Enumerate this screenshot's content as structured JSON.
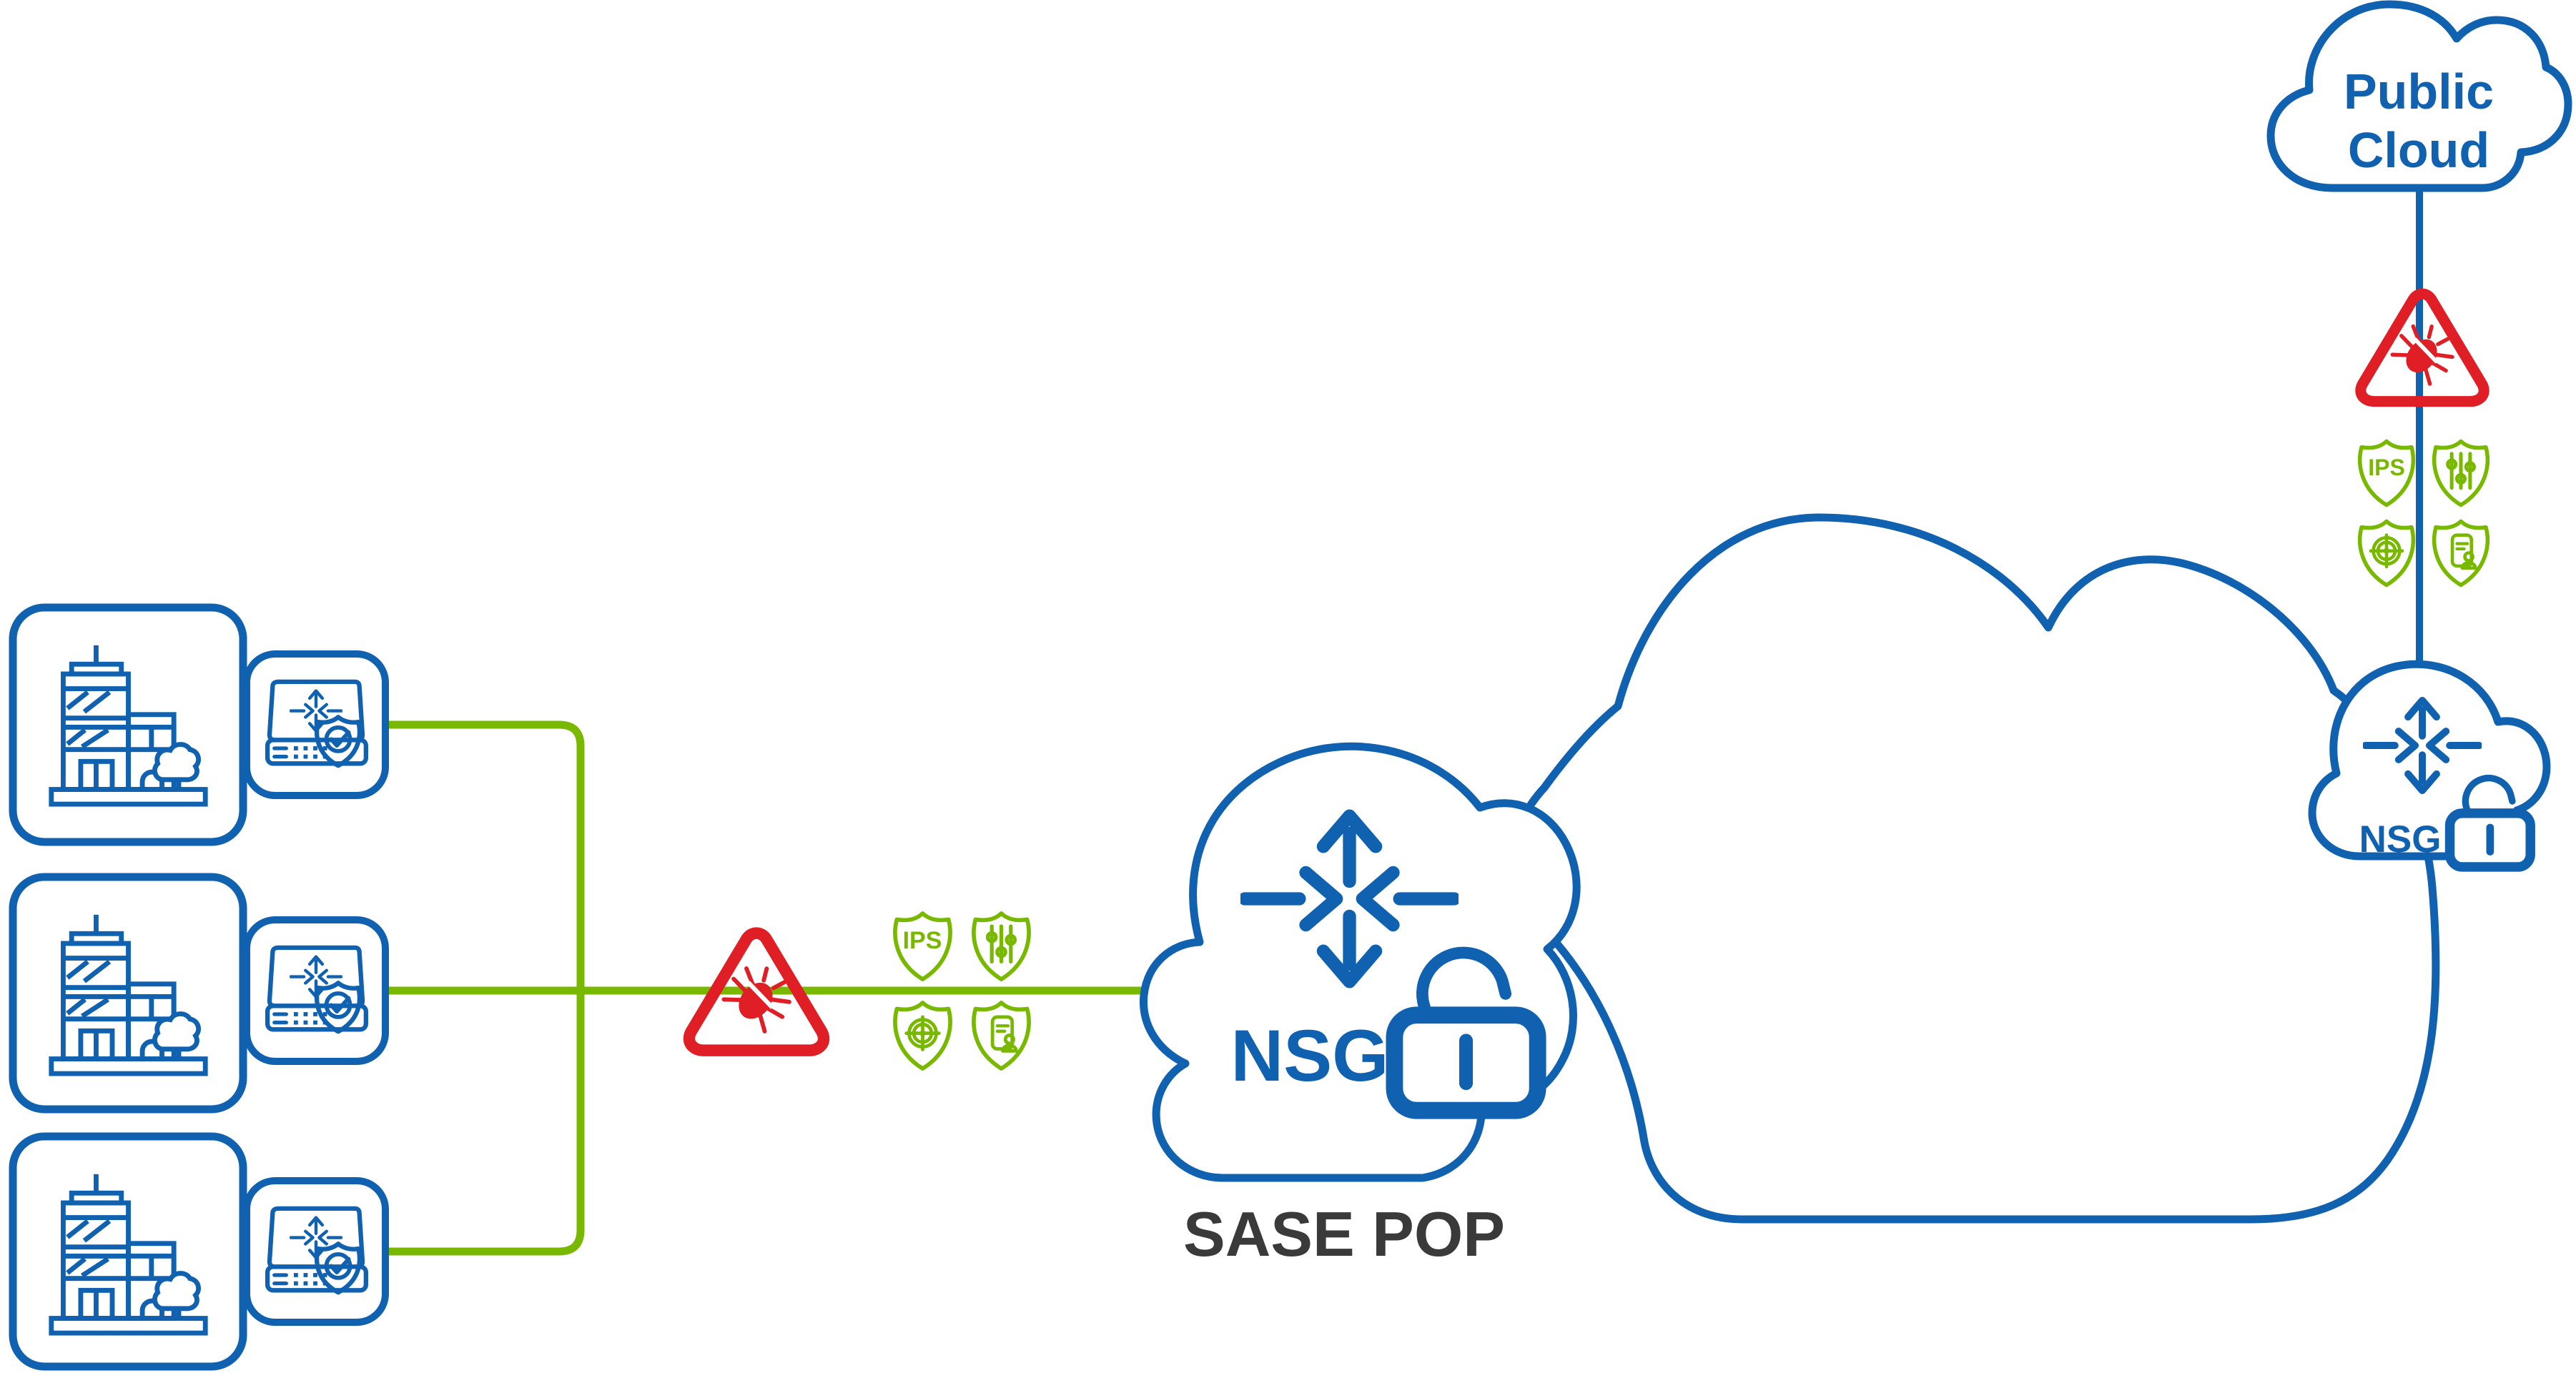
{
  "labels": {
    "public_cloud_line1": "Public",
    "public_cloud_line2": "Cloud",
    "sase_gateway": "NSG",
    "remote_gateway": "NSG",
    "ips": "IPS",
    "caption": "SASE POP"
  },
  "colors": {
    "primary_blue": "#1061b0",
    "connector_green": "#78b900",
    "threat_red": "#e01e25",
    "caption_gray": "#3a3a3a",
    "background": "#ffffff"
  },
  "icons": {
    "branch-office-icon": "building outline in rounded card",
    "sdwan-appliance-icon": "network appliance box with routing arrows and shield check",
    "nsg-arrows-icon": "four-way routing arrows",
    "shield-check-icon": "shield with circled checkmark",
    "bug-threat-icon": "rounded warning triangle with bug",
    "ips-shield-icon": "shield with IPS text",
    "traffic-control-shield-icon": "shield with slider controls",
    "threat-detection-shield-icon": "shield with target crosshair",
    "identity-policy-shield-icon": "shield with document and user",
    "open-lock-icon": "open padlock",
    "cloud-icon": "cloud outline"
  }
}
